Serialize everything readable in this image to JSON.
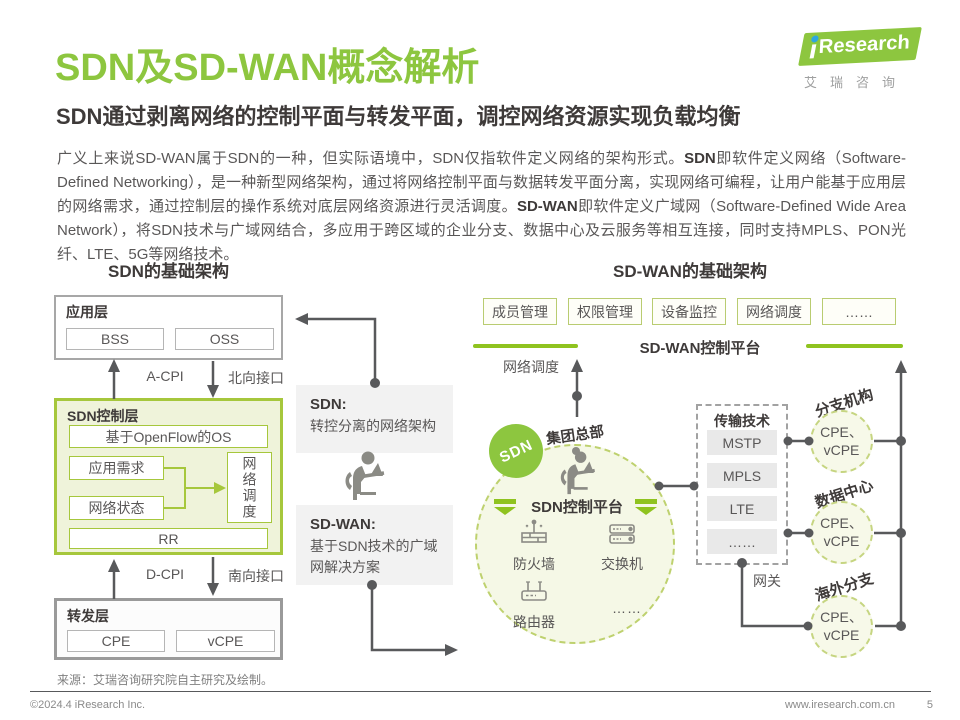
{
  "colors": {
    "accent_green": "#8dc63f",
    "line_green": "#8fc31f",
    "border_green": "#a6c73c",
    "light_green_bg": "#eff3da",
    "circle_bg": "#f5f8e6",
    "dark_gray": "#58595b",
    "text_dark": "#3e3a39",
    "text_body": "#595757"
  },
  "header": {
    "title": "SDN及SD-WAN概念解析",
    "subtitle": "SDN通过剥离网络的控制平面与转发平面，调控网络资源实现负载均衡",
    "logo": {
      "brand": "Research",
      "cn": "艾瑞咨询"
    }
  },
  "intro": {
    "segments": [
      {
        "t": "广义上来说SD-WAN属于SDN的一种，但实际语境中，SDN仅指软件定义网络的架构形式。",
        "b": false
      },
      {
        "t": "SDN",
        "b": true
      },
      {
        "t": "即软件定义网络（Software-Defined Networking），是一种新型网络架构，通过将网络控制平面与数据转发平面分离，实现网络可编程，让用户能基于应用层的网络需求，通过控制层的操作系统对底层网络资源进行灵活调度。",
        "b": false
      },
      {
        "t": "SD-WAN",
        "b": true
      },
      {
        "t": "即软件定义广域网（Software-Defined Wide Area Network），将SDN技术与广域网结合，多应用于跨区域的企业分支、数据中心及云服务等相互连接，同时支持MPLS、PON光纤、LTE、5G等网络技术。",
        "b": false
      }
    ]
  },
  "sdn": {
    "title": "SDN的基础架构",
    "app_layer": {
      "label": "应用层",
      "items": [
        "BSS",
        "OSS"
      ]
    },
    "interfaces_top": {
      "up": "A-CPI",
      "down": "北向接口"
    },
    "control_layer": {
      "label": "SDN控制层",
      "os": "基于OpenFlow的OS",
      "demand": "应用需求",
      "status": "网络状态",
      "dispatch": "网络调度",
      "rr": "RR"
    },
    "interfaces_bottom": {
      "up": "D-CPI",
      "down": "南向接口"
    },
    "forward_layer": {
      "label": "转发层",
      "items": [
        "CPE",
        "vCPE"
      ]
    }
  },
  "middle": {
    "sdn_note": {
      "title": "SDN:",
      "body": "转控分离的网络架构"
    },
    "sdwan_note": {
      "title": "SD-WAN:",
      "body": "基于SDN技术的广域网解决方案"
    }
  },
  "sdwan": {
    "title": "SD-WAN的基础架构",
    "modules": [
      "成员管理",
      "权限管理",
      "设备监控",
      "网络调度",
      "……"
    ],
    "platform_label": "SD-WAN控制平台",
    "dispatch_label": "网络调度",
    "hq_label": "集团总部",
    "badge": "SDN",
    "inner_platform": "SDN控制平台",
    "devices": {
      "firewall": "防火墙",
      "switch": "交换机",
      "router": "路由器",
      "more": "……"
    },
    "transport": {
      "title": "传输技术",
      "items": [
        "MSTP",
        "MPLS",
        "LTE",
        "……"
      ],
      "gateway": "网关"
    },
    "branches": [
      {
        "label": "分支机构",
        "line1": "CPE、",
        "line2": "vCPE"
      },
      {
        "label": "数据中心",
        "line1": "CPE、",
        "line2": "vCPE"
      },
      {
        "label": "海外分支",
        "line1": "CPE、",
        "line2": "vCPE"
      }
    ]
  },
  "footer": {
    "source": "来源：艾瑞咨询研究院自主研究及绘制。",
    "copyright": "©2024.4 iResearch Inc.",
    "site": "www.iresearch.com.cn",
    "page": "5"
  }
}
